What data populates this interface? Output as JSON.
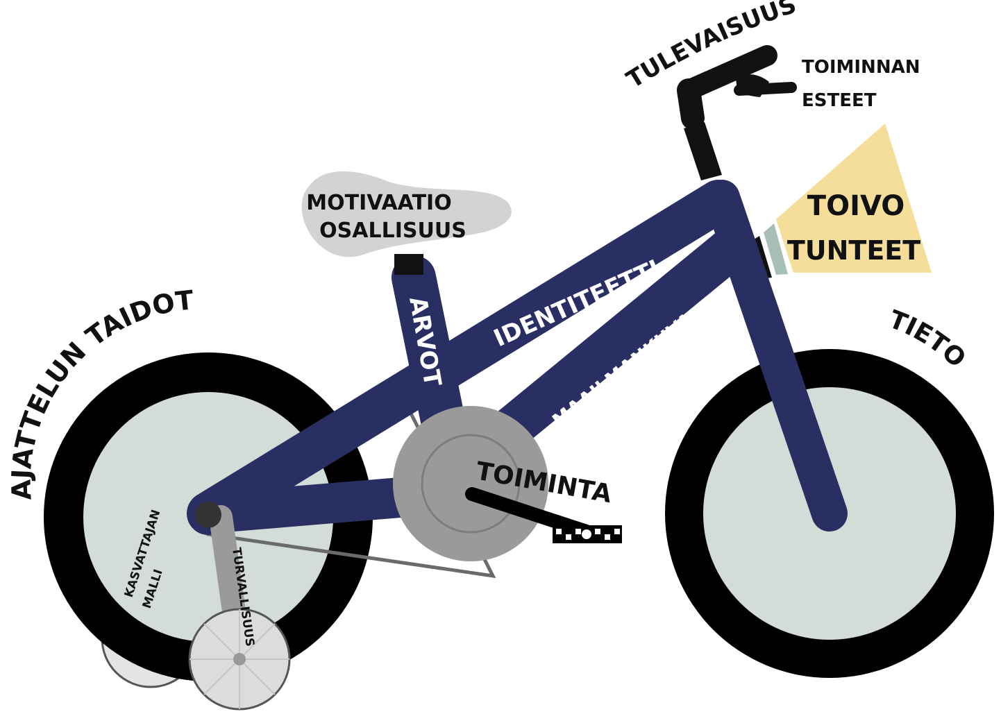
{
  "colors": {
    "frame": "#2a2f63",
    "tire": "#000000",
    "wheel_fill": "#d4dcd7",
    "seat": "#d3d3d3",
    "chainring": "#9a9a9a",
    "light": "#f5dd9a",
    "light_rings": "#a8bfb6",
    "training_wheel": "#dcdcdc",
    "training_arm": "#b8c2bd",
    "label_dark": "#111111",
    "label_light": "#ffffff"
  },
  "labels": {
    "tulevaisuus": "TULEVAISUUS",
    "toiminnan_esteet": [
      "TOIMINNAN",
      "ESTEET"
    ],
    "motivaatio": "MOTIVAATIO",
    "osallisuus": "OSALLISUUS",
    "toivo": "TOIVO",
    "tunteet": "TUNTEET",
    "arvot": "ARVOT",
    "identiteetti": "IDENTITEETTI",
    "maailmankuva": "MAAILMANKUVA",
    "ajattelun_taidot": "AJATTELUN TAIDOT",
    "tieto": "TIETO",
    "toiminta": "TOIMINTA",
    "kasvattajan_malli": [
      "KASVATTAJAN",
      "MALLI"
    ],
    "turvallisuus": "TURVALLISUUS"
  }
}
